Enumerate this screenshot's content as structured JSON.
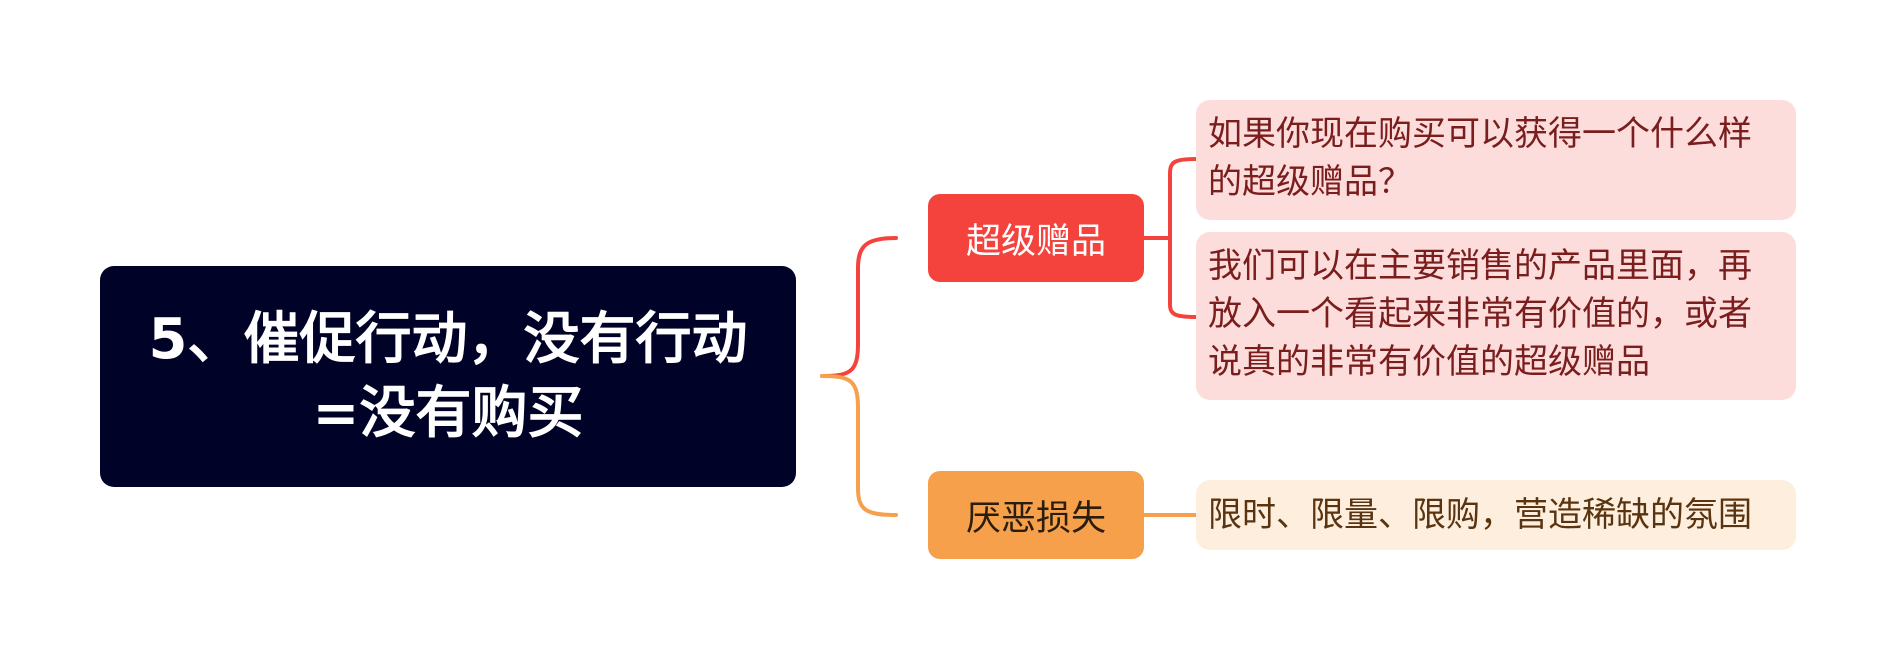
{
  "root": {
    "label": "5、催促行动，没有行动=没有购买"
  },
  "branches": [
    {
      "label": "超级赠品",
      "color": "#f4433c",
      "children": [
        "如果你现在购买可以获得一个什么样的超级赠品？",
        "我们可以在主要销售的产品里面，再放入一个看起来非常有价值的，或者说真的非常有价值的超级赠品"
      ]
    },
    {
      "label": "厌恶损失",
      "color": "#f6a04c",
      "children": [
        "限时、限量、限购，营造稀缺的氛围"
      ]
    }
  ],
  "colors": {
    "root_bg": "#000228",
    "leaf_red_bg": "#fddcdc",
    "leaf_orange_bg": "#fdeedd"
  }
}
